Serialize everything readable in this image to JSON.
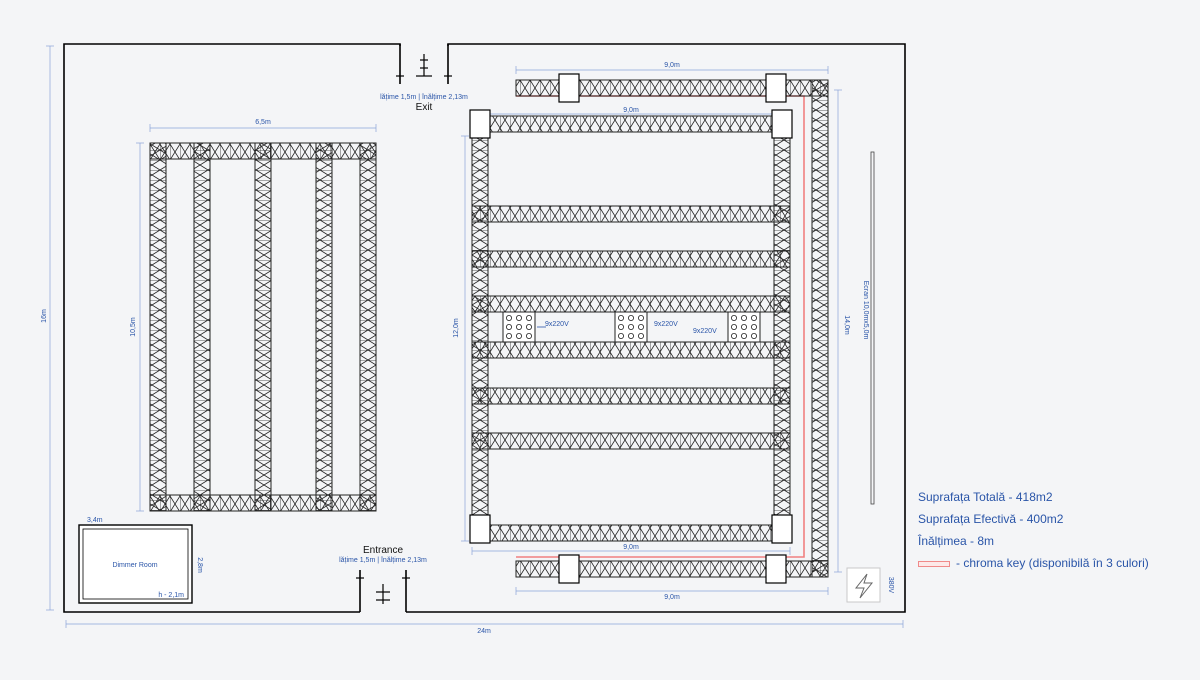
{
  "colors": {
    "wall": "#000000",
    "dimension": "#2a55a8",
    "truss": "#222222",
    "chroma": "#f08080",
    "background": "#f4f5f7"
  },
  "dims": {
    "left_grid_width": "6,5m",
    "left_grid_height": "10,5m",
    "hall_height": "16m",
    "hall_width": "24m",
    "outer_top_width": "9,0m",
    "inner_top_width": "9,0m",
    "inner_bottom_width": "9,0m",
    "outer_bottom_width": "9,0m",
    "inner_height": "12,0m",
    "outer_height": "14,0m",
    "screen": "Ecran 10,0mx5,0m",
    "dimmer_width": "3,4m",
    "dimmer_depth": "2,8m"
  },
  "doors": {
    "exit_label": "Exit",
    "exit_size": "lățime 1,5m | înălțime 2,13m",
    "entrance_label": "Entrance",
    "entrance_size": "lățime 1,5m | înălțime 2,13m"
  },
  "dimmer_room": {
    "label": "Dimmer Room",
    "height": "h - 2,1m"
  },
  "power": {
    "outlet_label": "9x220V",
    "main_label": "380V",
    "icon": "lightning-icon"
  },
  "legend": {
    "total_area": "Suprafața Totală - 418m2",
    "effective_area": "Suprafața Efectivă - 400m2",
    "height": "Înălțimea - 8m",
    "chroma_key": "- chroma key (disponibilă în 3 culori)"
  }
}
